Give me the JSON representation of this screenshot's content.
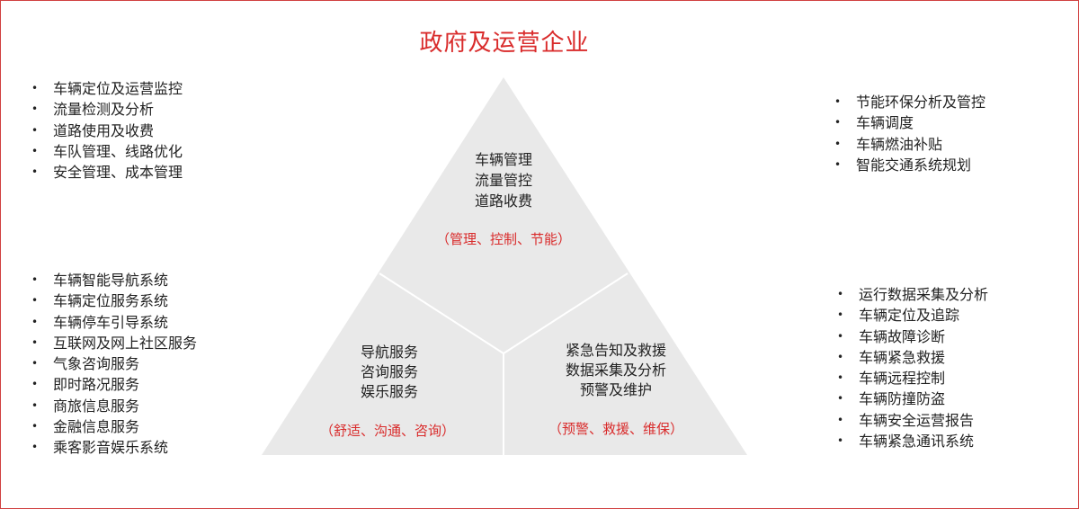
{
  "title": "政府及运营企业",
  "colors": {
    "title": "#d92b2b",
    "subtitle": "#d92b2b",
    "triangle_fill": "#e9e9e9",
    "divider": "#ffffff",
    "frame_border": "#d04040"
  },
  "lists": {
    "top_left": [
      "车辆定位及运营监控",
      "流量检测及分析",
      "道路使用及收费",
      "车队管理、线路优化",
      "安全管理、成本管理"
    ],
    "top_right": [
      "节能环保分析及管控",
      "车辆调度",
      "车辆燃油补贴",
      "智能交通系统规划"
    ],
    "bottom_left": [
      "车辆智能导航系统",
      "车辆定位服务系统",
      "车辆停车引导系统",
      "互联网及网上社区服务",
      "气象咨询服务",
      "即时路况服务",
      "商旅信息服务",
      "金融信息服务",
      "乘客影音娱乐系统"
    ],
    "bottom_right": [
      "运行数据采集及分析",
      "车辆定位及追踪",
      "车辆故障诊断",
      "车辆紧急救援",
      "车辆远程控制",
      "车辆防撞防盗",
      "车辆安全运营报告",
      "车辆紧急通讯系统"
    ]
  },
  "pyramid": {
    "top": {
      "lines": [
        "车辆管理",
        "流量管控",
        "道路收费"
      ],
      "subtitle": "（管理、控制、节能）"
    },
    "left": {
      "lines": [
        "导航服务",
        "咨询服务",
        "娱乐服务"
      ],
      "subtitle": "（舒适、沟通、咨询）"
    },
    "right": {
      "lines": [
        "紧急告知及救援",
        "数据采集及分析",
        "预警及维护"
      ],
      "subtitle": "（预警、救援、维保）"
    }
  }
}
